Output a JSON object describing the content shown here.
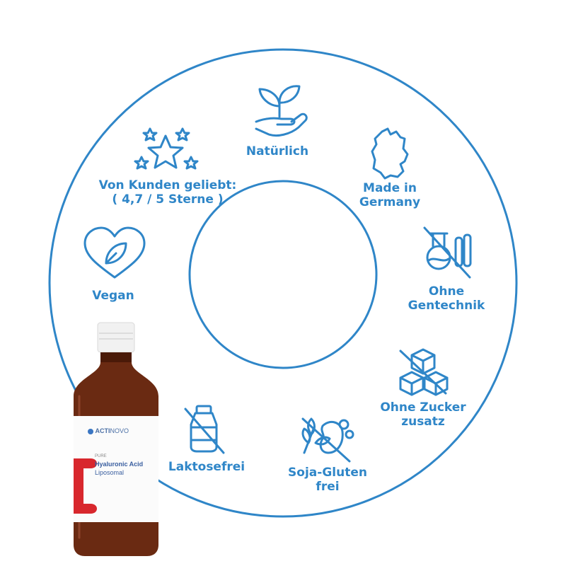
{
  "features": {
    "natural": "Natürlich",
    "rating_line1": "Von Kunden geliebt:",
    "rating_line2": "( 4,7 / 5 Sterne )",
    "made_line1": "Made in",
    "made_line2": "Germany",
    "gmo_line1": "Ohne",
    "gmo_line2": "Gentechnik",
    "sugar_line1": "Ohne Zucker",
    "sugar_line2": "zusatz",
    "soy_line1": "Soja-Gluten",
    "soy_line2": "frei",
    "lactose": "Laktosefrei",
    "vegan": "Vegan"
  },
  "product": {
    "brand_a": "ACTI",
    "brand_b": "NOVO",
    "pure": "PURE",
    "name": "Hyaluronic Acid",
    "variant": "Liposomal"
  },
  "colors": {
    "accent": "#2f86c8",
    "bottle": "#6a2a12",
    "cap": "#f1f1f1",
    "label_red": "#d8272d"
  }
}
